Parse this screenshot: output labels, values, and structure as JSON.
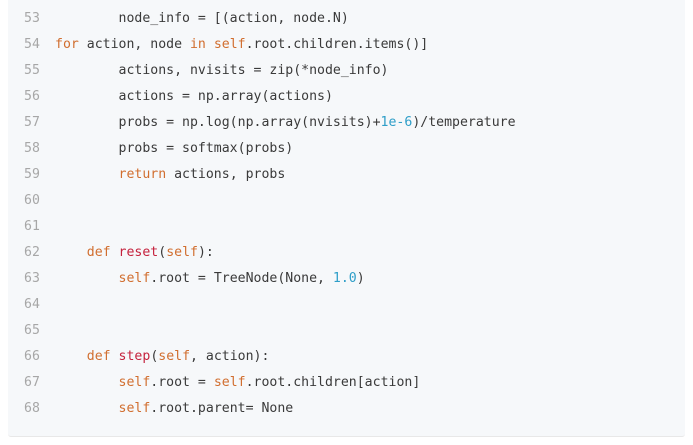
{
  "code_block": {
    "lines": [
      {
        "number": "53",
        "indent": "        ",
        "tokens": [
          {
            "t": "node_info = [(action, node.N)",
            "c": "plain"
          }
        ]
      },
      {
        "number": "54",
        "indent": "",
        "tokens": [
          {
            "t": "for",
            "c": "kw"
          },
          {
            "t": " action, node ",
            "c": "plain"
          },
          {
            "t": "in",
            "c": "kw"
          },
          {
            "t": " ",
            "c": "plain"
          },
          {
            "t": "self",
            "c": "selfkw"
          },
          {
            "t": ".root.children.items()]",
            "c": "plain"
          }
        ]
      },
      {
        "number": "55",
        "indent": "        ",
        "tokens": [
          {
            "t": "actions, nvisits = zip(*node_info)",
            "c": "plain"
          }
        ]
      },
      {
        "number": "56",
        "indent": "        ",
        "tokens": [
          {
            "t": "actions = np.array(actions)",
            "c": "plain"
          }
        ]
      },
      {
        "number": "57",
        "indent": "        ",
        "tokens": [
          {
            "t": "probs = np.log(np.array(nvisits)+",
            "c": "plain"
          },
          {
            "t": "1e-6",
            "c": "num"
          },
          {
            "t": ")/temperature",
            "c": "plain"
          }
        ]
      },
      {
        "number": "58",
        "indent": "        ",
        "tokens": [
          {
            "t": "probs = softmax(probs)",
            "c": "plain"
          }
        ]
      },
      {
        "number": "59",
        "indent": "        ",
        "tokens": [
          {
            "t": "return",
            "c": "kw"
          },
          {
            "t": " actions, probs",
            "c": "plain"
          }
        ]
      },
      {
        "number": "60",
        "indent": "",
        "tokens": []
      },
      {
        "number": "61",
        "indent": "",
        "tokens": []
      },
      {
        "number": "62",
        "indent": "    ",
        "tokens": [
          {
            "t": "def",
            "c": "kw"
          },
          {
            "t": " ",
            "c": "plain"
          },
          {
            "t": "reset",
            "c": "fn"
          },
          {
            "t": "(",
            "c": "plain"
          },
          {
            "t": "self",
            "c": "selfkw"
          },
          {
            "t": "):",
            "c": "plain"
          }
        ]
      },
      {
        "number": "63",
        "indent": "        ",
        "tokens": [
          {
            "t": "self",
            "c": "selfkw"
          },
          {
            "t": ".root = TreeNode(None, ",
            "c": "plain"
          },
          {
            "t": "1.0",
            "c": "num"
          },
          {
            "t": ")",
            "c": "plain"
          }
        ]
      },
      {
        "number": "64",
        "indent": "",
        "tokens": []
      },
      {
        "number": "65",
        "indent": "",
        "tokens": []
      },
      {
        "number": "66",
        "indent": "    ",
        "tokens": [
          {
            "t": "def",
            "c": "kw"
          },
          {
            "t": " ",
            "c": "plain"
          },
          {
            "t": "step",
            "c": "fn"
          },
          {
            "t": "(",
            "c": "plain"
          },
          {
            "t": "self",
            "c": "selfkw"
          },
          {
            "t": ", action):",
            "c": "plain"
          }
        ]
      },
      {
        "number": "67",
        "indent": "        ",
        "tokens": [
          {
            "t": "self",
            "c": "selfkw"
          },
          {
            "t": ".root = ",
            "c": "plain"
          },
          {
            "t": "self",
            "c": "selfkw"
          },
          {
            "t": ".root.children[action]",
            "c": "plain"
          }
        ]
      },
      {
        "number": "68",
        "indent": "        ",
        "tokens": [
          {
            "t": "self",
            "c": "selfkw"
          },
          {
            "t": ".root.parent= None",
            "c": "plain"
          }
        ]
      }
    ]
  },
  "colors": {
    "background": "#f6f8fa",
    "line_number": "#a7a7a7",
    "keyword": "#d16e2f",
    "function_name": "#c5223d",
    "number": "#2e9ec8",
    "text": "#3a3a3a"
  }
}
